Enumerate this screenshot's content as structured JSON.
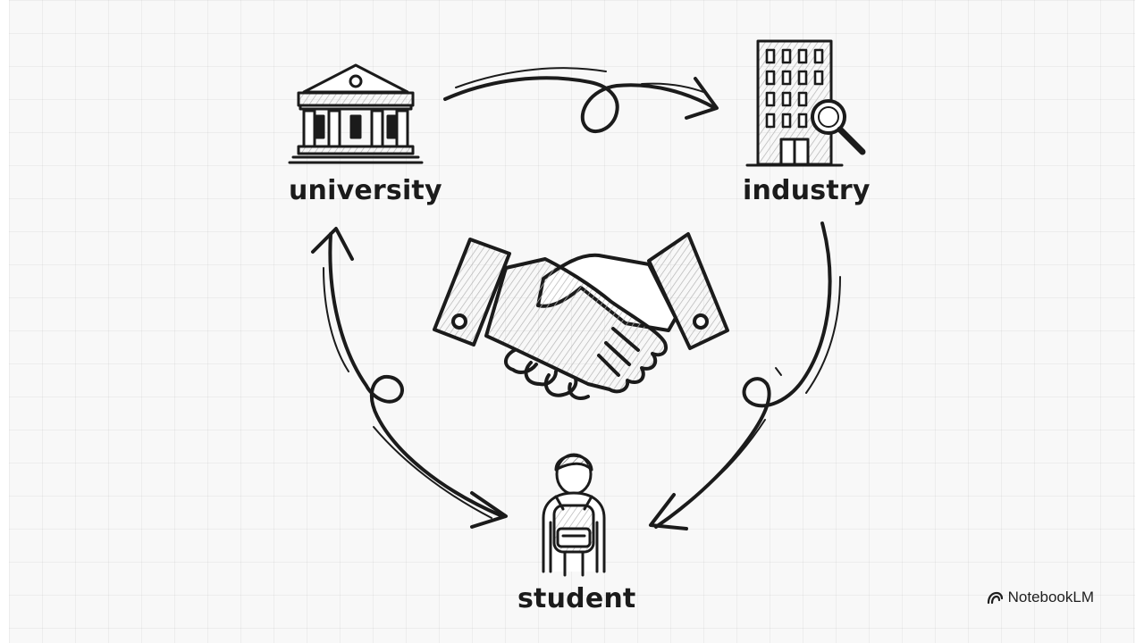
{
  "nodes": {
    "university": "university",
    "industry": "industry",
    "student": "student"
  },
  "branding": {
    "name": "NotebookLM"
  },
  "icons": {
    "university": "university-building-icon",
    "industry": "office-building-with-magnifier-icon",
    "student": "student-with-backpack-icon",
    "center": "handshake-icon",
    "brand": "notebooklm-logo-icon"
  },
  "colors": {
    "ink": "#1b1b1b",
    "background": "#f8f8f8",
    "grid": "#e6e6e6"
  }
}
